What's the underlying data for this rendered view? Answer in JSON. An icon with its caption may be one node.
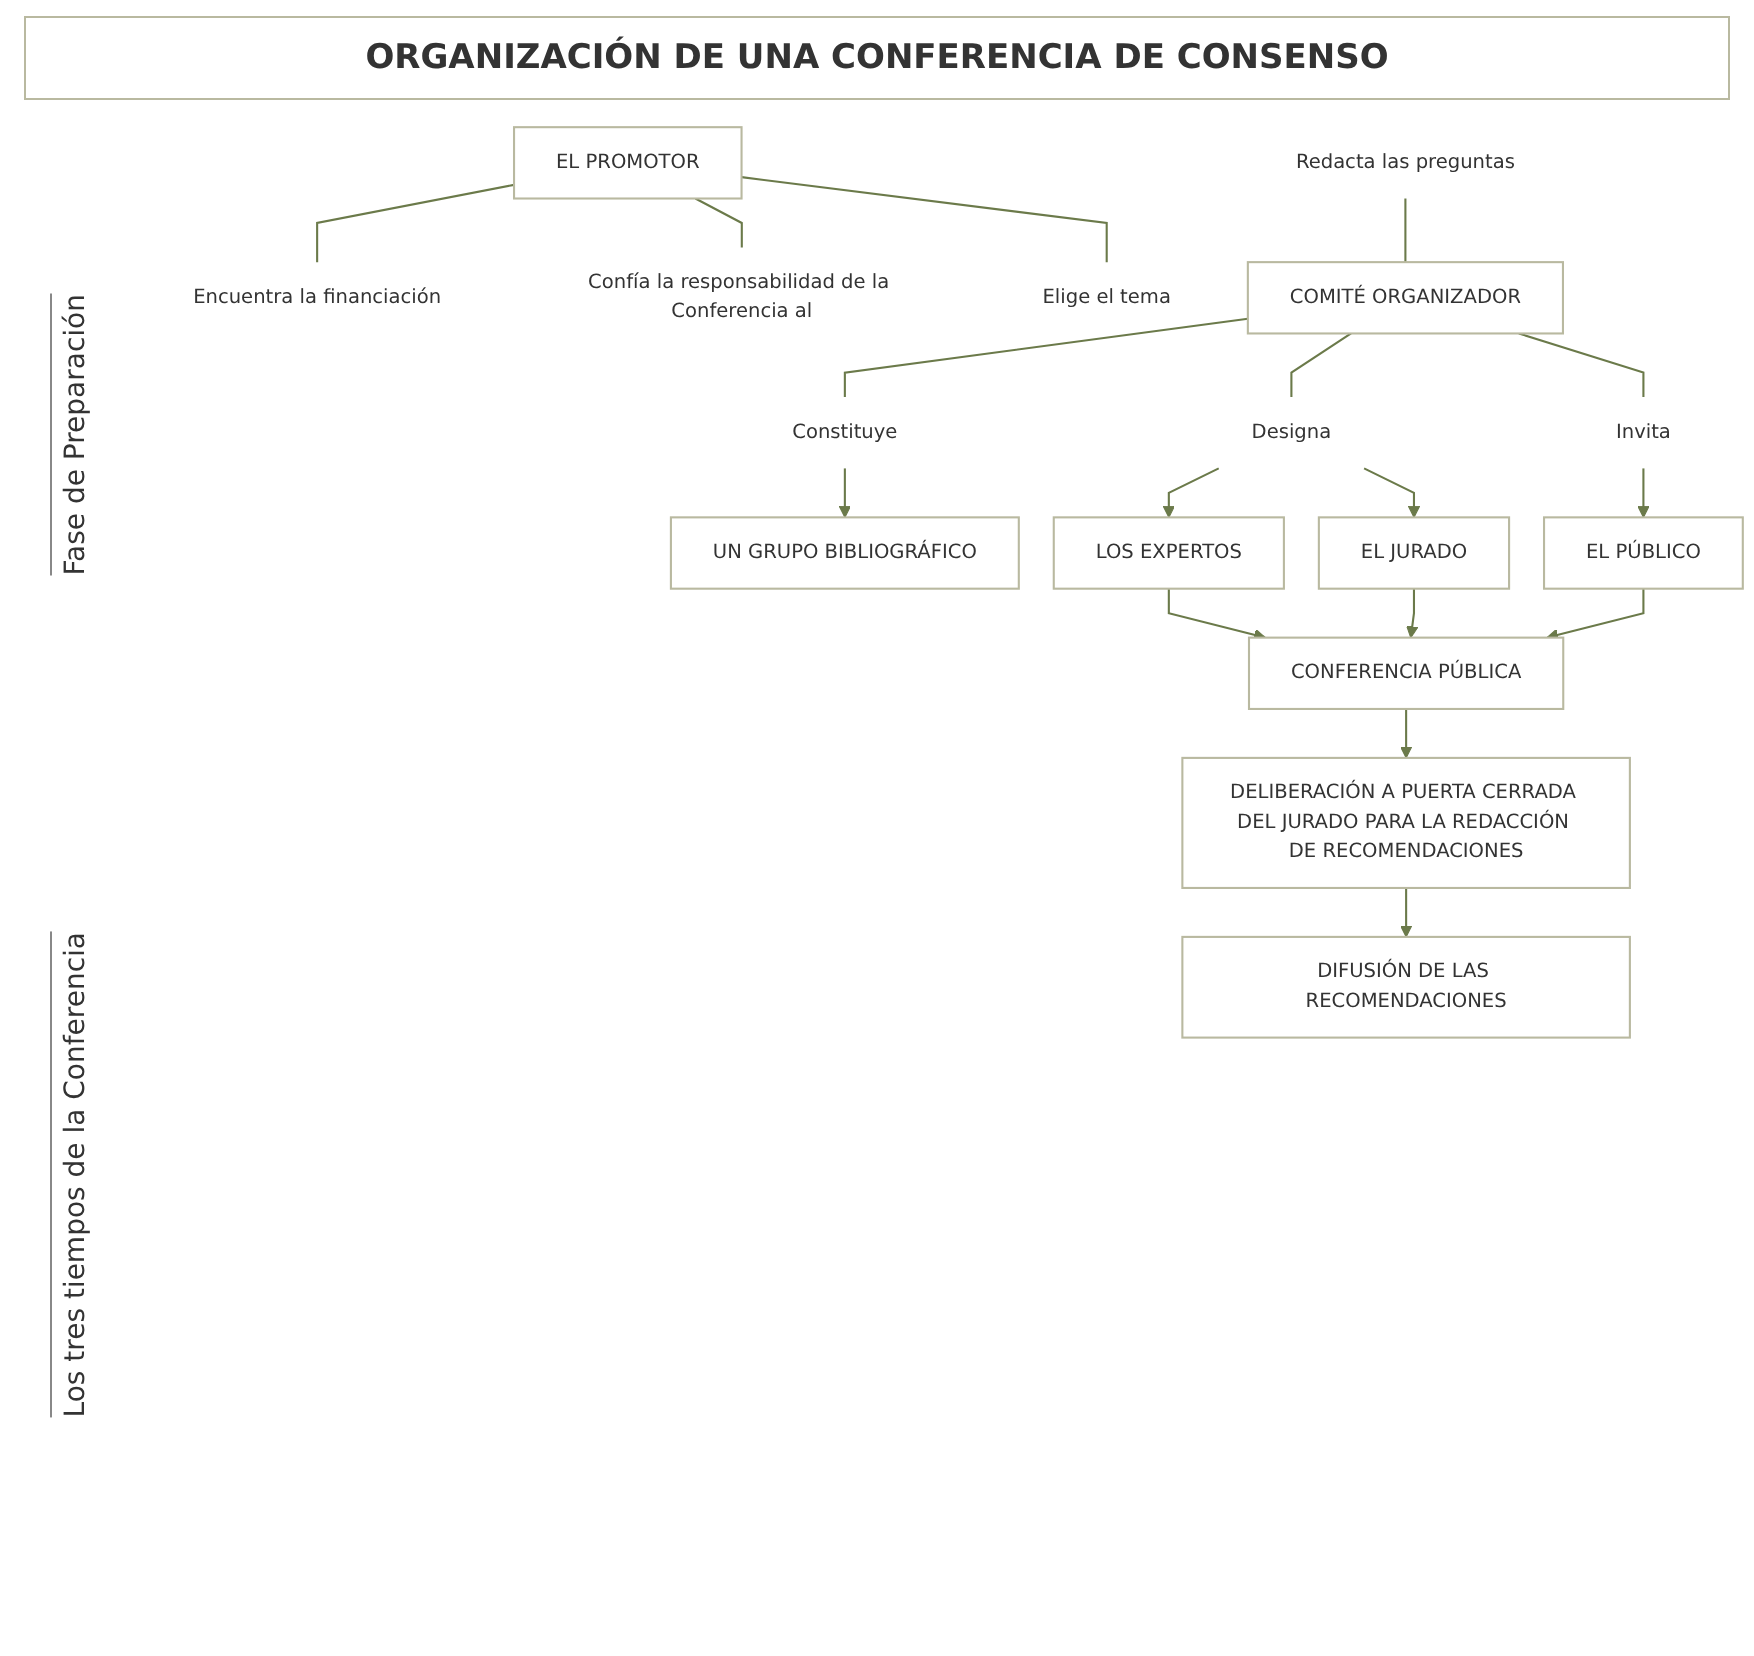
{
  "diagram": {
    "title": "ORGANIZACIÓN DE UNA CONFERENCIA DE CONSENSO",
    "nodes": [
      {
        "text": [
          "EL PROMOTOR"
        ]
      },
      {
        "text": [
          "Encuentra la financiación"
        ]
      },
      {
        "text": [
          "Confía la responsabilidad de la Conferencia al"
        ]
      },
      {
        "text": [
          "Elige el tema"
        ]
      },
      {
        "text": [
          "Redacta las preguntas"
        ]
      },
      {
        "text": [
          "COMITÉ ORGANIZADOR"
        ]
      },
      {
        "text": [
          "Constituye"
        ]
      },
      {
        "text": [
          "Designa"
        ]
      },
      {
        "text": [
          "Invita"
        ]
      },
      {
        "text": [
          "UN GRUPO BIBLIOGRÁFICO"
        ]
      },
      {
        "text": [
          "LOS EXPERTOS"
        ]
      },
      {
        "text": [
          "EL JURADO"
        ]
      },
      {
        "text": [
          "EL PÚBLICO"
        ]
      },
      {
        "text": [
          "CONFERENCIA PÚBLICA"
        ]
      },
      {
        "text": [
          "DELIBERACIÓN A PUERTA CERRADA DEL JURADO PARA LA REDACCIÓN DE RECOMENDACIONES"
        ]
      },
      {
        "text": [
          "DIFUSIÓN DE LAS RECOMENDACIONES"
        ]
      }
    ],
    "edges": [
      {
        "from": 0,
        "to": 1,
        "arrow": "none"
      },
      {
        "from": 0,
        "to": 2,
        "arrow": "none"
      },
      {
        "from": 0,
        "to": 3,
        "arrow": "none"
      },
      {
        "from": 4,
        "to": 5,
        "arrow": "none"
      },
      {
        "from": 5,
        "to": 6,
        "arrow": "none"
      },
      {
        "from": 5,
        "to": 7,
        "arrow": "none"
      },
      {
        "from": 5,
        "to": 8,
        "arrow": "none"
      },
      {
        "from": 6,
        "to": 9,
        "arrow": "to"
      },
      {
        "from": 7,
        "to": 10,
        "arrow": "to"
      },
      {
        "from": 7,
        "to": 11,
        "arrow": "to"
      },
      {
        "from": 8,
        "to": 12,
        "arrow": "to"
      },
      {
        "from": 10,
        "to": 13,
        "arrow": "to"
      },
      {
        "from": 11,
        "to": 13,
        "arrow": "to"
      },
      {
        "from": 12,
        "to": 13,
        "arrow": "to"
      },
      {
        "from": 13,
        "to": 14,
        "arrow": "to"
      },
      {
        "from": 14,
        "to": 15,
        "arrow": "to"
      }
    ],
    "labels": [
      "Fase de Preparación",
      "Los tres tiempos de la Conferencia"
    ]
  }
}
